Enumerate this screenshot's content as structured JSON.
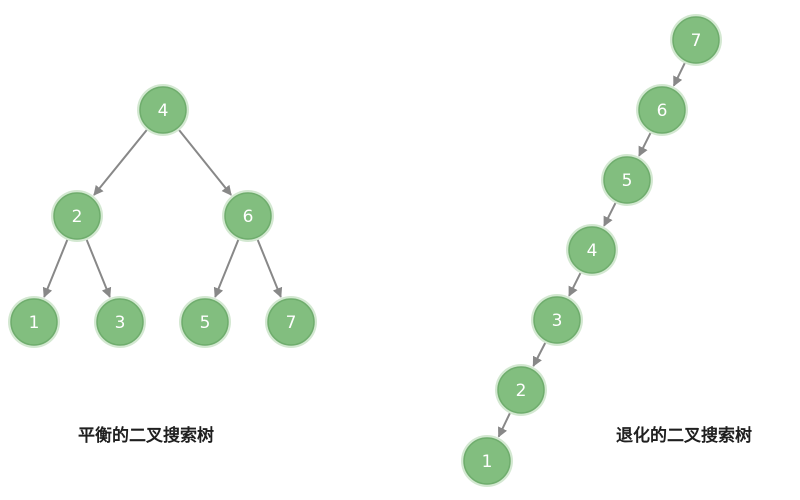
{
  "colors": {
    "node_fill": "#82BE7F",
    "node_ring": "#6FAD6D",
    "node_outline": "#D3E8D1",
    "edge": "#888888",
    "label": "#FFFFFF",
    "caption": "#1F1F1F"
  },
  "balanced_tree": {
    "caption": "平衡的二叉搜索树",
    "nodes": [
      {
        "id": "b4",
        "label": "4"
      },
      {
        "id": "b2",
        "label": "2"
      },
      {
        "id": "b6",
        "label": "6"
      },
      {
        "id": "b1",
        "label": "1"
      },
      {
        "id": "b3",
        "label": "3"
      },
      {
        "id": "b5",
        "label": "5"
      },
      {
        "id": "b7",
        "label": "7"
      }
    ],
    "edges": [
      {
        "from": "b4",
        "to": "b2"
      },
      {
        "from": "b4",
        "to": "b6"
      },
      {
        "from": "b2",
        "to": "b1"
      },
      {
        "from": "b2",
        "to": "b3"
      },
      {
        "from": "b6",
        "to": "b5"
      },
      {
        "from": "b6",
        "to": "b7"
      }
    ]
  },
  "degenerate_tree": {
    "caption": "退化的二叉搜索树",
    "nodes": [
      {
        "id": "d7",
        "label": "7"
      },
      {
        "id": "d6",
        "label": "6"
      },
      {
        "id": "d5",
        "label": "5"
      },
      {
        "id": "d4",
        "label": "4"
      },
      {
        "id": "d3",
        "label": "3"
      },
      {
        "id": "d2",
        "label": "2"
      },
      {
        "id": "d1",
        "label": "1"
      }
    ],
    "edges": [
      {
        "from": "d7",
        "to": "d6"
      },
      {
        "from": "d6",
        "to": "d5"
      },
      {
        "from": "d5",
        "to": "d4"
      },
      {
        "from": "d4",
        "to": "d3"
      },
      {
        "from": "d3",
        "to": "d2"
      },
      {
        "from": "d2",
        "to": "d1"
      }
    ]
  }
}
